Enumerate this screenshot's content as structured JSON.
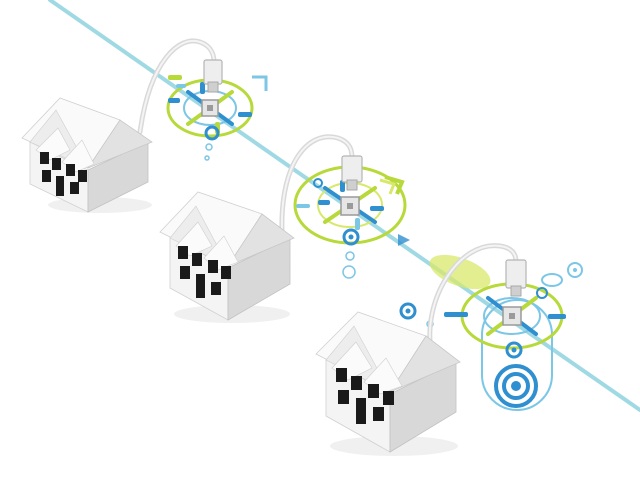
{
  "colors": {
    "background": "#ffffff",
    "line": "#8fd3df",
    "blue": "#2f8fcf",
    "light_blue": "#7cc6e6",
    "green": "#b7d93a",
    "yellow_green": "#d8e86a",
    "house_light": "#f7f7f7",
    "house_mid": "#e3e3e3",
    "house_dark": "#c9c9c9",
    "window": "#1a1a1a",
    "cable": "#d9d9d9",
    "connector": "#eeeeee"
  },
  "scene": {
    "houses": [
      {
        "name": "house-1"
      },
      {
        "name": "house-2"
      },
      {
        "name": "house-3"
      }
    ],
    "hubs": [
      {
        "name": "hub-1"
      },
      {
        "name": "hub-2"
      },
      {
        "name": "hub-3"
      }
    ]
  }
}
